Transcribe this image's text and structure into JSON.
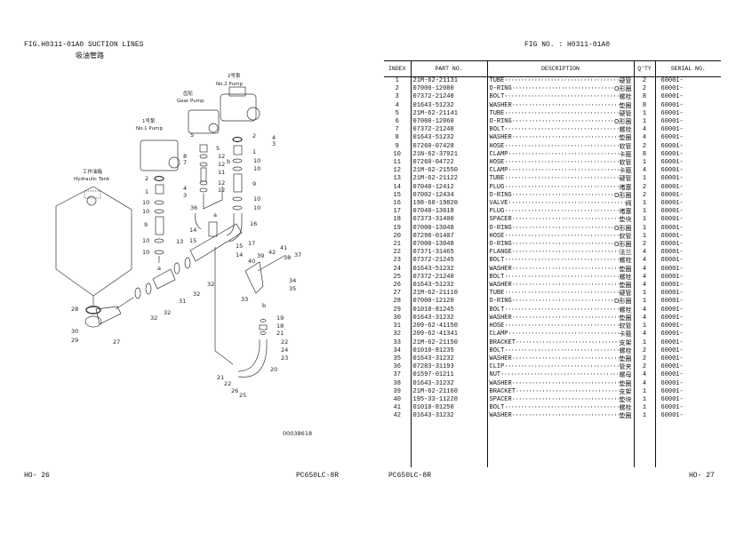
{
  "left_page": {
    "fig_title": "FIG.H0311-01A0 SUCTION LINES",
    "fig_title_cn": "吸油管路",
    "labels": {
      "no2_pump_cn": "2号泵",
      "no2_pump": "No.2 Pump",
      "gear_pump_cn": "齿轮",
      "gear_pump": "Gear Pump",
      "no1_pump_cn": "1号泵",
      "no1_pump": "No.1 Pump",
      "tank_cn": "工作油箱",
      "tank": "Hydraulic Tank"
    },
    "callouts": [
      "5",
      "5",
      "8",
      "7",
      "12",
      "12",
      "11",
      "12",
      "12",
      "b",
      "2",
      "4",
      "3",
      "1",
      "10",
      "10",
      "9",
      "10",
      "10",
      "2",
      "1",
      "4",
      "3",
      "10",
      "10",
      "9",
      "36",
      "a",
      "16",
      "14",
      "10",
      "10",
      "a",
      "13",
      "15",
      "17",
      "15",
      "14",
      "40",
      "39",
      "42",
      "41",
      "38",
      "37",
      "34",
      "35",
      "33",
      "32",
      "32",
      "31",
      "32",
      "32",
      "28",
      "30",
      "29",
      "27",
      "b",
      "19",
      "18",
      "21",
      "22",
      "24",
      "23",
      "20",
      "21",
      "22",
      "26",
      "25"
    ],
    "drawing_id": "00038618",
    "footer_page": "HO-  26",
    "footer_model": "PC650LC-8R"
  },
  "right_page": {
    "fig_no": "FIG NO.  : H0311-01A0",
    "columns": [
      "INDEX",
      "PART  NO.",
      "DESCRIPTION",
      "Q'TY",
      "SERIAL NO."
    ],
    "rows": [
      [
        "1",
        "21M-62-21131",
        "TUBE",
        "硬管",
        "2",
        "60001-"
      ],
      [
        "2",
        "07000-12080",
        "O-RING",
        "O形圈",
        "2",
        "60001-"
      ],
      [
        "3",
        "07372-21240",
        "BOLT",
        "螺栓",
        "8",
        "60001-"
      ],
      [
        "4",
        "01643-51232",
        "WASHER",
        "垫圈",
        "8",
        "60001-"
      ],
      [
        "5",
        "21M-62-21141",
        "TUBE",
        "硬管",
        "1",
        "60001-"
      ],
      [
        "6",
        "07000-12060",
        "O-RING",
        "O形圈",
        "1",
        "60001-"
      ],
      [
        "7",
        "07372-21240",
        "BOLT",
        "螺栓",
        "4",
        "60001-"
      ],
      [
        "8",
        "01643-51232",
        "WASHER",
        "垫圈",
        "4",
        "60001-"
      ],
      [
        "9",
        "07260-07428",
        "HOSE",
        "软管",
        "2",
        "60001-"
      ],
      [
        "10",
        "21N-62-37921",
        "CLAMP",
        "卡箍",
        "8",
        "60001-"
      ],
      [
        "11",
        "07260-04722",
        "HOSE",
        "软管",
        "1",
        "60001-"
      ],
      [
        "12",
        "21M-62-21550",
        "CLAMP",
        "卡箍",
        "4",
        "60001-"
      ],
      [
        "13",
        "21M-62-21122",
        "TUBE",
        "硬管",
        "1",
        "60001-"
      ],
      [
        "14",
        "07040-12412",
        "PLUG",
        "堵塞",
        "2",
        "60001-"
      ],
      [
        "15",
        "07002-12434",
        "O-RING",
        "O形圈",
        "2",
        "60001-"
      ],
      [
        "16",
        "198-60-19820",
        "VALVE",
        "阀",
        "1",
        "60001-"
      ],
      [
        "17",
        "07040-13618",
        "PLUG",
        "堵塞",
        "1",
        "60001-"
      ],
      [
        "18",
        "07373-31400",
        "SPACER",
        "垫块",
        "1",
        "60001-"
      ],
      [
        "19",
        "07000-13048",
        "O-RING",
        "O形圈",
        "1",
        "60001-"
      ],
      [
        "20",
        "07298-01407",
        "HOSE",
        "软管",
        "1",
        "60001-"
      ],
      [
        "21",
        "07000-13048",
        "O-RING",
        "O形圈",
        "2",
        "60001-"
      ],
      [
        "22",
        "07371-31465",
        "FLANGE",
        "法兰",
        "4",
        "60001-"
      ],
      [
        "23",
        "07372-21245",
        "BOLT",
        "螺栓",
        "4",
        "60001-"
      ],
      [
        "24",
        "01643-51232",
        "WASHER",
        "垫圈",
        "4",
        "60001-"
      ],
      [
        "25",
        "07372-21240",
        "BOLT",
        "螺栓",
        "4",
        "60001-"
      ],
      [
        "26",
        "01643-51232",
        "WASHER",
        "垫圈",
        "4",
        "60001-"
      ],
      [
        "27",
        "21M-62-21110",
        "TUBE",
        "硬管",
        "1",
        "60001-"
      ],
      [
        "28",
        "07000-12120",
        "O-RING",
        "O形圈",
        "1",
        "60001-"
      ],
      [
        "29",
        "01010-81245",
        "BOLT",
        "螺栓",
        "4",
        "60001-"
      ],
      [
        "30",
        "01643-31232",
        "WASHER",
        "垫圈",
        "4",
        "60001-"
      ],
      [
        "31",
        "209-62-41150",
        "HOSE",
        "软管",
        "1",
        "60001-"
      ],
      [
        "32",
        "209-62-41341",
        "CLAMP",
        "卡箍",
        "4",
        "60001-"
      ],
      [
        "33",
        "21M-62-21150",
        "BRACKET",
        "支架",
        "1",
        "60001-"
      ],
      [
        "34",
        "01010-81235",
        "BOLT",
        "螺栓",
        "2",
        "60001-"
      ],
      [
        "35",
        "01643-31232",
        "WASHER",
        "垫圈",
        "2",
        "60001-"
      ],
      [
        "36",
        "07283-31193",
        "CLIP",
        "管夹",
        "2",
        "60001-"
      ],
      [
        "37",
        "01597-01211",
        "NUT",
        "螺母",
        "4",
        "60001-"
      ],
      [
        "38",
        "01643-31232",
        "WASHER",
        "垫圈",
        "4",
        "60001-"
      ],
      [
        "39",
        "21M-62-21160",
        "BRACKET",
        "支架",
        "1",
        "60001-"
      ],
      [
        "40",
        "195-33-11220",
        "SPACER",
        "垫块",
        "1",
        "60001-"
      ],
      [
        "41",
        "01010-81250",
        "BOLT",
        "螺栓",
        "1",
        "60001-"
      ],
      [
        "42",
        "01643-31232",
        "WASHER",
        "垫圈",
        "1",
        "60001-"
      ]
    ],
    "footer_model": "PC650LC-8R",
    "footer_page": "HO-  27"
  }
}
